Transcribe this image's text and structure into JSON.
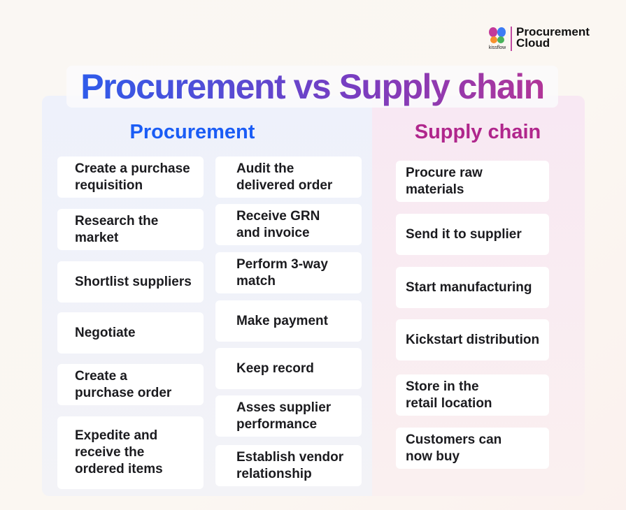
{
  "logo": {
    "company": "kissflow",
    "product": "Procurement\nCloud"
  },
  "title": "Procurement vs Supply chain",
  "colors": {
    "procurement": "#1a5cf5",
    "supply_chain": "#b0268c"
  },
  "procurement": {
    "heading": "Procurement",
    "column1": [
      "Create a purchase\nrequisition",
      "Research the\nmarket",
      "Shortlist suppliers",
      "Negotiate",
      "Create a\npurchase order",
      "Expedite and\nreceive the\nordered items"
    ],
    "column2": [
      "Audit the\ndelivered order",
      "Receive GRN\nand invoice",
      "Perform 3-way\nmatch",
      "Make payment",
      "Keep record",
      "Asses supplier\nperformance",
      "Establish vendor\nrelationship"
    ]
  },
  "supply_chain": {
    "heading": "Supply chain",
    "steps": [
      "Procure raw\nmaterials",
      "Send it to supplier",
      "Start manufacturing",
      "Kickstart distribution",
      "Store in the\nretail location",
      "Customers can\nnow buy"
    ]
  }
}
